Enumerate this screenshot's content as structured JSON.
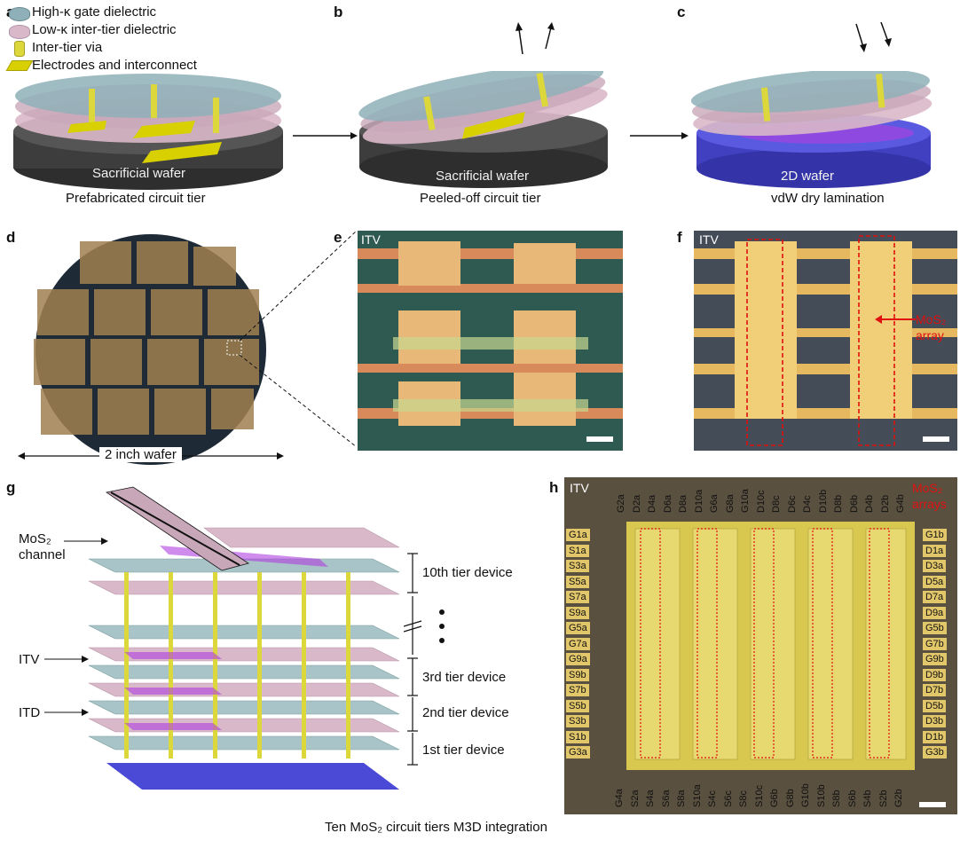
{
  "panels": {
    "a": {
      "label": "a",
      "caption": "Prefabricated circuit tier",
      "wafer_text": "Sacrificial wafer"
    },
    "b": {
      "label": "b",
      "caption": "Peeled-off circuit tier",
      "wafer_text": "Sacrificial wafer"
    },
    "c": {
      "label": "c",
      "caption": "vdW dry lamination",
      "wafer_text": "2D wafer"
    },
    "d": {
      "label": "d",
      "caption": "2 inch wafer"
    },
    "e": {
      "label": "e",
      "itv": "ITV"
    },
    "f": {
      "label": "f",
      "itv": "ITV",
      "mos2": "MoS₂",
      "array": "array"
    },
    "g": {
      "label": "g",
      "mos2_channel_1": "MoS₂",
      "mos2_channel_2": "channel",
      "itv": "ITV",
      "itd": "ITD",
      "tiers": [
        "10th tier device",
        "3rd tier device",
        "2nd tier device",
        "1st tier device"
      ],
      "caption": "Ten MoS₂ circuit tiers M3D integration"
    },
    "h": {
      "label": "h",
      "itv": "ITV",
      "mos2": "MoS₂",
      "arrays": "arrays",
      "top_pins": [
        "G2a",
        "D2a",
        "D4a",
        "D6a",
        "D8a",
        "D10a",
        "G6a",
        "G8a",
        "G10a",
        "D10c",
        "D8c",
        "D6c",
        "D4c",
        "D10b",
        "D8b",
        "D6b",
        "D4b",
        "D2b",
        "G4b"
      ],
      "bottom_pins": [
        "G4a",
        "S2a",
        "S4a",
        "S6a",
        "S8a",
        "S10a",
        "S4c",
        "S6c",
        "S8c",
        "S10c",
        "G6b",
        "G8b",
        "G10b",
        "S10b",
        "S8b",
        "S6b",
        "S4b",
        "S2b",
        "G2b"
      ],
      "left_pins": [
        "G1a",
        "S1a",
        "S3a",
        "S5a",
        "S7a",
        "S9a",
        "G5a",
        "G7a",
        "G9a",
        "S9b",
        "S7b",
        "S5b",
        "S3b",
        "S1b",
        "G3a"
      ],
      "right_pins": [
        "G1b",
        "D1a",
        "D3a",
        "D5a",
        "D7a",
        "D9a",
        "G5b",
        "G7b",
        "G9b",
        "D9b",
        "D7b",
        "D5b",
        "D3b",
        "D1b",
        "G3b"
      ]
    }
  },
  "legend": [
    {
      "text": "High-κ gate dielectric",
      "color": "#8fb0b8"
    },
    {
      "text": "Low-κ inter-tier dielectric",
      "color": "#d9b8c9"
    },
    {
      "text": "Inter-tier via",
      "color": "#d8d23a"
    },
    {
      "text": "Electrodes and interconnect",
      "color": "#d8d000"
    }
  ],
  "colors": {
    "sacrificial": "#4a4a4a",
    "wafer2d": "#4a4ad6",
    "highk": "#8fb0b8",
    "lowk": "#d9b8c9",
    "via": "#dcd83c",
    "accent_red": "#e01010",
    "mos2": "#b040e0"
  }
}
